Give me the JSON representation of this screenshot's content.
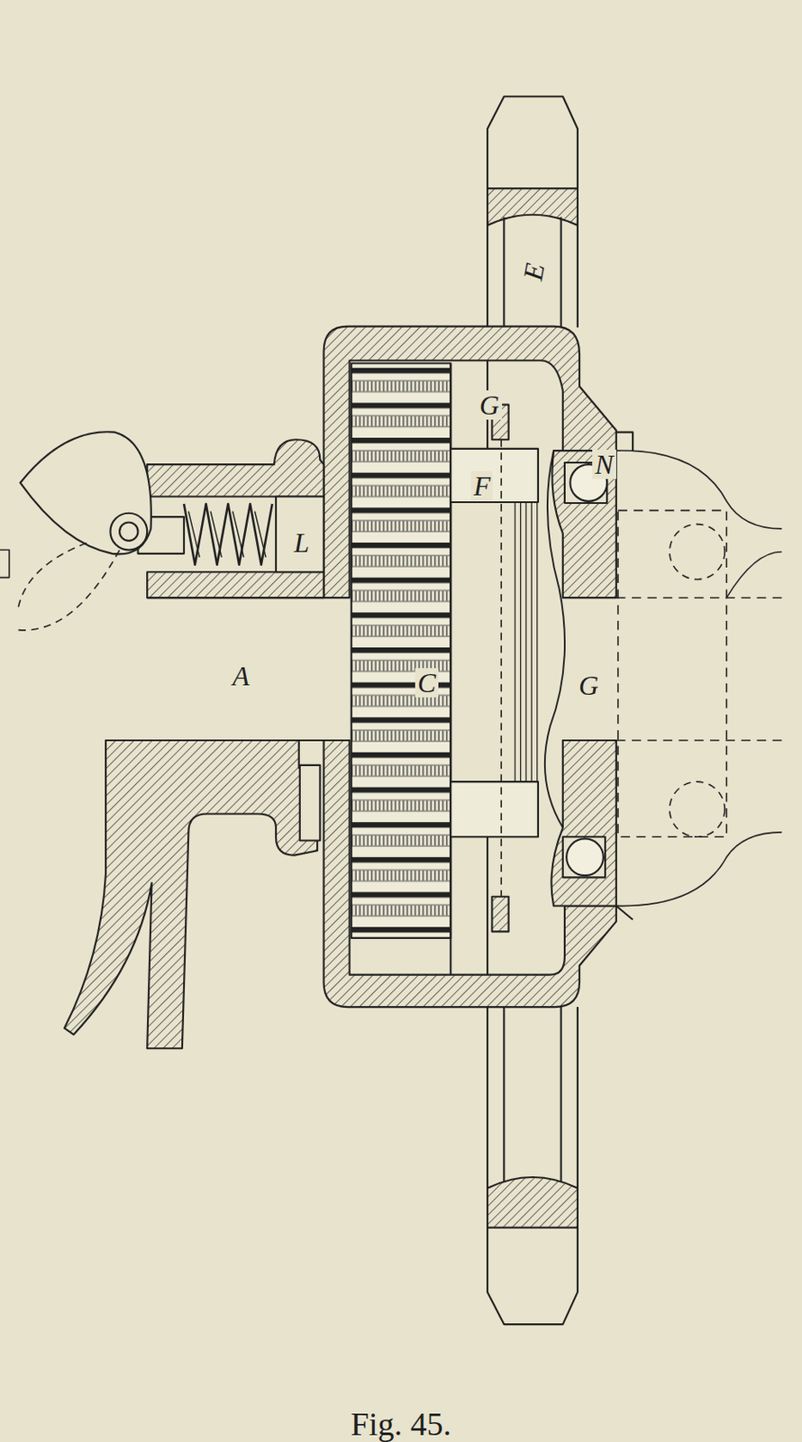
{
  "diagram": {
    "caption": "Fig. 45.",
    "labels": [
      "E",
      "G",
      "F",
      "N",
      "L",
      "A",
      "C",
      "G"
    ]
  }
}
